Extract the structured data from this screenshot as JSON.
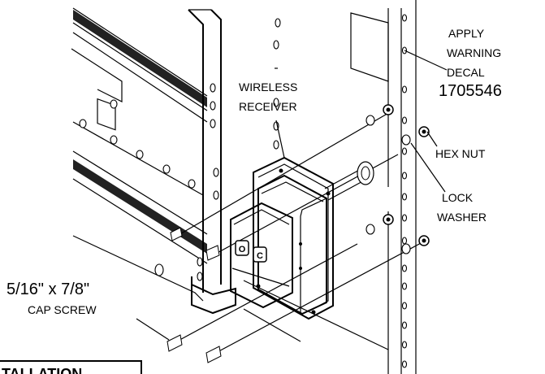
{
  "labels": {
    "apply": "APPLY",
    "warning": "WARNING",
    "decal": "DECAL",
    "part_number": "1705546",
    "wireless": "WIRELESS",
    "receiver": "RECEIVER",
    "hex_nut": "HEX NUT",
    "lock": "LOCK",
    "washer": "WASHER",
    "screw_size": "5/16\" x 7/8\"",
    "cap_screw": "CAP SCREW",
    "installation": "TALLATION"
  },
  "receiver_buttons": {
    "open": "O",
    "close": "C"
  }
}
